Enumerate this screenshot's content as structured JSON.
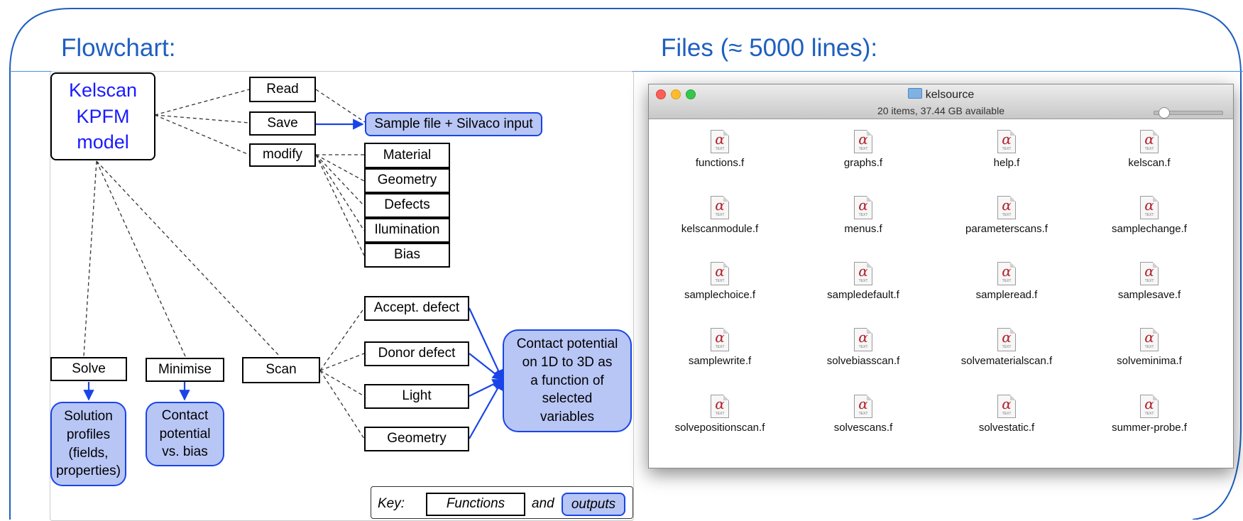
{
  "flowchart": {
    "heading": "Flowchart:",
    "model_lines": [
      "Kelscan",
      "KPFM",
      "model"
    ],
    "functions": {
      "read": "Read",
      "save": "Save",
      "modify": "modify",
      "material": "Material",
      "geometry_modify": "Geometry",
      "defects": "Defects",
      "illumination": "Ilumination",
      "bias": "Bias",
      "solve": "Solve",
      "minimise": "Minimise",
      "scan": "Scan",
      "accept_defect": "Accept. defect",
      "donor_defect": "Donor defect",
      "light": "Light",
      "geometry_scan": "Geometry"
    },
    "outputs": {
      "sample_file": "Sample file + Silvaco input",
      "solution_profiles_lines": [
        "Solution",
        "profiles",
        "(fields,",
        "properties)"
      ],
      "contact_bias_lines": [
        "Contact",
        "potential",
        "vs. bias"
      ],
      "contact_scan_lines": [
        "Contact potential",
        "on 1D to 3D as",
        "a function of",
        "selected",
        "variables"
      ]
    },
    "key": {
      "label": "Key:",
      "functions": "Functions",
      "and": "and",
      "outputs": "outputs"
    }
  },
  "files_panel": {
    "heading": "Files (≈ 5000 lines):",
    "window_title": "kelsource",
    "status": "20 items, 37.44 GB available",
    "icon_glyph": "α",
    "icon_tag": "TEXT",
    "files": [
      "functions.f",
      "graphs.f",
      "help.f",
      "kelscan.f",
      "kelscanmodule.f",
      "menus.f",
      "parameterscans.f",
      "samplechange.f",
      "samplechoice.f",
      "sampledefault.f",
      "sampleread.f",
      "samplesave.f",
      "samplewrite.f",
      "solvebiasscan.f",
      "solvematerialscan.f",
      "solveminima.f",
      "solvepositionscan.f",
      "solvescans.f",
      "solvestatic.f",
      "summer-probe.f"
    ]
  },
  "colors": {
    "heading": "#1f5fbf",
    "frame": "#1f5fbf",
    "output_fill": "#b8c6f6",
    "output_border": "#1a44e8",
    "model_text": "#1a1aff",
    "icon_alpha": "#b3232d"
  }
}
